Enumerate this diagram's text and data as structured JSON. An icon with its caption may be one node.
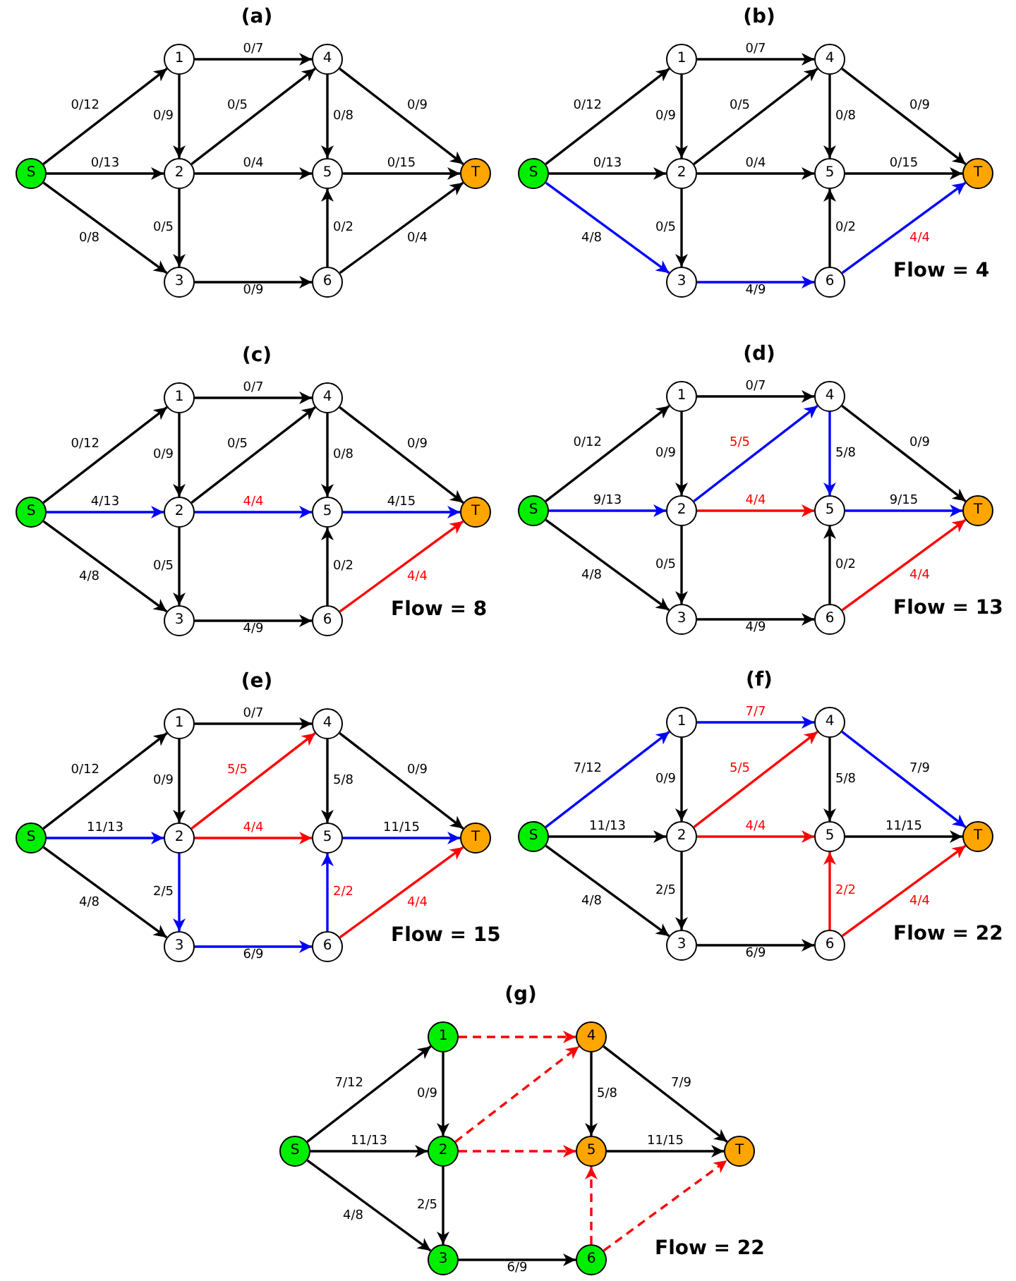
{
  "diagram": {
    "nodes": [
      {
        "text": [
          "S"
        ]
      },
      {
        "text": [
          "1"
        ]
      },
      {
        "text": [
          "2"
        ]
      },
      {
        "text": [
          "3"
        ]
      },
      {
        "text": [
          "4"
        ]
      },
      {
        "text": [
          "5"
        ]
      },
      {
        "text": [
          "6"
        ]
      },
      {
        "text": [
          "T"
        ]
      },
      {
        "text": [
          "S"
        ]
      },
      {
        "text": [
          "1"
        ]
      },
      {
        "text": [
          "2"
        ]
      },
      {
        "text": [
          "3"
        ]
      },
      {
        "text": [
          "4"
        ]
      },
      {
        "text": [
          "5"
        ]
      },
      {
        "text": [
          "6"
        ]
      },
      {
        "text": [
          "T"
        ]
      },
      {
        "text": [
          "S"
        ]
      },
      {
        "text": [
          "1"
        ]
      },
      {
        "text": [
          "2"
        ]
      },
      {
        "text": [
          "3"
        ]
      },
      {
        "text": [
          "4"
        ]
      },
      {
        "text": [
          "5"
        ]
      },
      {
        "text": [
          "6"
        ]
      },
      {
        "text": [
          "T"
        ]
      },
      {
        "text": [
          "S"
        ]
      },
      {
        "text": [
          "1"
        ]
      },
      {
        "text": [
          "2"
        ]
      },
      {
        "text": [
          "3"
        ]
      },
      {
        "text": [
          "4"
        ]
      },
      {
        "text": [
          "5"
        ]
      },
      {
        "text": [
          "6"
        ]
      },
      {
        "text": [
          "T"
        ]
      },
      {
        "text": [
          "S"
        ]
      },
      {
        "text": [
          "1"
        ]
      },
      {
        "text": [
          "2"
        ]
      },
      {
        "text": [
          "3"
        ]
      },
      {
        "text": [
          "4"
        ]
      },
      {
        "text": [
          "5"
        ]
      },
      {
        "text": [
          "6"
        ]
      },
      {
        "text": [
          "T"
        ]
      },
      {
        "text": [
          "S"
        ]
      },
      {
        "text": [
          "1"
        ]
      },
      {
        "text": [
          "2"
        ]
      },
      {
        "text": [
          "3"
        ]
      },
      {
        "text": [
          "4"
        ]
      },
      {
        "text": [
          "5"
        ]
      },
      {
        "text": [
          "6"
        ]
      },
      {
        "text": [
          "T"
        ]
      },
      {
        "text": [
          "S"
        ]
      },
      {
        "text": [
          "1"
        ]
      },
      {
        "text": [
          "2"
        ]
      },
      {
        "text": [
          "3"
        ]
      },
      {
        "text": [
          "4"
        ]
      },
      {
        "text": [
          "5"
        ]
      },
      {
        "text": [
          "6"
        ]
      },
      {
        "text": [
          "T"
        ]
      }
    ],
    "edges": [
      {
        "from": 0,
        "to": 1,
        "arrow": "to",
        "label": "0/12"
      },
      {
        "from": 0,
        "to": 2,
        "arrow": "to",
        "label": "0/13"
      },
      {
        "from": 0,
        "to": 3,
        "arrow": "to",
        "label": "0/8"
      },
      {
        "from": 1,
        "to": 4,
        "arrow": "to",
        "label": "0/7"
      },
      {
        "from": 1,
        "to": 2,
        "arrow": "to",
        "label": "0/9"
      },
      {
        "from": 2,
        "to": 4,
        "arrow": "to",
        "label": "0/5"
      },
      {
        "from": 2,
        "to": 5,
        "arrow": "to",
        "label": "0/4"
      },
      {
        "from": 2,
        "to": 3,
        "arrow": "to",
        "label": "0/5"
      },
      {
        "from": 4,
        "to": 5,
        "arrow": "to",
        "label": "0/8"
      },
      {
        "from": 4,
        "to": 7,
        "arrow": "to",
        "label": "0/9"
      },
      {
        "from": 5,
        "to": 7,
        "arrow": "to",
        "label": "0/15"
      },
      {
        "from": 6,
        "to": 5,
        "arrow": "to",
        "label": "0/2"
      },
      {
        "from": 3,
        "to": 6,
        "arrow": "to",
        "label": "0/9"
      },
      {
        "from": 6,
        "to": 7,
        "arrow": "to",
        "label": "0/4"
      },
      {
        "from": 8,
        "to": 9,
        "arrow": "to",
        "label": "0/12"
      },
      {
        "from": 8,
        "to": 10,
        "arrow": "to",
        "label": "0/13"
      },
      {
        "from": 8,
        "to": 11,
        "arrow": "to",
        "label": "4/8",
        "color": "#0000ff"
      },
      {
        "from": 9,
        "to": 12,
        "arrow": "to",
        "label": "0/7"
      },
      {
        "from": 9,
        "to": 10,
        "arrow": "to",
        "label": "0/9"
      },
      {
        "from": 10,
        "to": 12,
        "arrow": "to",
        "label": "0/5"
      },
      {
        "from": 10,
        "to": 13,
        "arrow": "to",
        "label": "0/4"
      },
      {
        "from": 10,
        "to": 11,
        "arrow": "to",
        "label": "0/5"
      },
      {
        "from": 12,
        "to": 13,
        "arrow": "to",
        "label": "0/8"
      },
      {
        "from": 12,
        "to": 15,
        "arrow": "to",
        "label": "0/9"
      },
      {
        "from": 13,
        "to": 15,
        "arrow": "to",
        "label": "0/15"
      },
      {
        "from": 14,
        "to": 13,
        "arrow": "to",
        "label": "0/2"
      },
      {
        "from": 11,
        "to": 14,
        "arrow": "to",
        "label": "4/9",
        "color": "#0000ff"
      },
      {
        "from": 14,
        "to": 15,
        "arrow": "to",
        "label": "4/4",
        "color": "#0000ff"
      },
      {
        "from": 16,
        "to": 17,
        "arrow": "to",
        "label": "0/12"
      },
      {
        "from": 16,
        "to": 18,
        "arrow": "to",
        "label": "4/13",
        "color": "#0000ff"
      },
      {
        "from": 16,
        "to": 19,
        "arrow": "to",
        "label": "4/8"
      },
      {
        "from": 17,
        "to": 20,
        "arrow": "to",
        "label": "0/7"
      },
      {
        "from": 17,
        "to": 18,
        "arrow": "to",
        "label": "0/9"
      },
      {
        "from": 18,
        "to": 20,
        "arrow": "to",
        "label": "0/5"
      },
      {
        "from": 18,
        "to": 21,
        "arrow": "to",
        "label": "4/4",
        "color": "#0000ff"
      },
      {
        "from": 18,
        "to": 19,
        "arrow": "to",
        "label": "0/5"
      },
      {
        "from": 20,
        "to": 21,
        "arrow": "to",
        "label": "0/8"
      },
      {
        "from": 20,
        "to": 23,
        "arrow": "to",
        "label": "0/9"
      },
      {
        "from": 21,
        "to": 23,
        "arrow": "to",
        "label": "4/15",
        "color": "#0000ff"
      },
      {
        "from": 22,
        "to": 21,
        "arrow": "to",
        "label": "0/2"
      },
      {
        "from": 19,
        "to": 22,
        "arrow": "to",
        "label": "4/9"
      },
      {
        "from": 22,
        "to": 23,
        "arrow": "to",
        "label": "4/4",
        "color": "#ff0000"
      },
      {
        "from": 24,
        "to": 25,
        "arrow": "to",
        "label": "0/12"
      },
      {
        "from": 24,
        "to": 26,
        "arrow": "to",
        "label": "9/13",
        "color": "#0000ff"
      },
      {
        "from": 24,
        "to": 27,
        "arrow": "to",
        "label": "4/8"
      },
      {
        "from": 25,
        "to": 28,
        "arrow": "to",
        "label": "0/7"
      },
      {
        "from": 25,
        "to": 26,
        "arrow": "to",
        "label": "0/9"
      },
      {
        "from": 26,
        "to": 28,
        "arrow": "to",
        "label": "5/5",
        "color": "#0000ff"
      },
      {
        "from": 26,
        "to": 29,
        "arrow": "to",
        "label": "4/4",
        "color": "#ff0000"
      },
      {
        "from": 26,
        "to": 27,
        "arrow": "to",
        "label": "0/5"
      },
      {
        "from": 28,
        "to": 29,
        "arrow": "to",
        "label": "5/8",
        "color": "#0000ff"
      },
      {
        "from": 28,
        "to": 31,
        "arrow": "to",
        "label": "0/9"
      },
      {
        "from": 29,
        "to": 31,
        "arrow": "to",
        "label": "9/15",
        "color": "#0000ff"
      },
      {
        "from": 30,
        "to": 29,
        "arrow": "to",
        "label": "0/2"
      },
      {
        "from": 27,
        "to": 30,
        "arrow": "to",
        "label": "4/9"
      },
      {
        "from": 30,
        "to": 31,
        "arrow": "to",
        "label": "4/4",
        "color": "#ff0000"
      },
      {
        "from": 32,
        "to": 33,
        "arrow": "to",
        "label": "0/12"
      },
      {
        "from": 32,
        "to": 34,
        "arrow": "to",
        "label": "11/13",
        "color": "#0000ff"
      },
      {
        "from": 32,
        "to": 35,
        "arrow": "to",
        "label": "4/8"
      },
      {
        "from": 33,
        "to": 36,
        "arrow": "to",
        "label": "0/7"
      },
      {
        "from": 33,
        "to": 34,
        "arrow": "to",
        "label": "0/9"
      },
      {
        "from": 34,
        "to": 36,
        "arrow": "to",
        "label": "5/5",
        "color": "#ff0000"
      },
      {
        "from": 34,
        "to": 37,
        "arrow": "to",
        "label": "4/4",
        "color": "#ff0000"
      },
      {
        "from": 34,
        "to": 35,
        "arrow": "to",
        "label": "2/5",
        "color": "#0000ff"
      },
      {
        "from": 36,
        "to": 37,
        "arrow": "to",
        "label": "5/8"
      },
      {
        "from": 36,
        "to": 39,
        "arrow": "to",
        "label": "0/9"
      },
      {
        "from": 37,
        "to": 39,
        "arrow": "to",
        "label": "11/15",
        "color": "#0000ff"
      },
      {
        "from": 38,
        "to": 37,
        "arrow": "to",
        "label": "2/2",
        "color": "#0000ff"
      },
      {
        "from": 35,
        "to": 38,
        "arrow": "to",
        "label": "6/9",
        "color": "#0000ff"
      },
      {
        "from": 38,
        "to": 39,
        "arrow": "to",
        "label": "4/4",
        "color": "#ff0000"
      },
      {
        "from": 40,
        "to": 41,
        "arrow": "to",
        "label": "7/12",
        "color": "#0000ff"
      },
      {
        "from": 40,
        "to": 42,
        "arrow": "to",
        "label": "11/13"
      },
      {
        "from": 40,
        "to": 43,
        "arrow": "to",
        "label": "4/8"
      },
      {
        "from": 41,
        "to": 44,
        "arrow": "to",
        "label": "7/7",
        "color": "#0000ff"
      },
      {
        "from": 41,
        "to": 42,
        "arrow": "to",
        "label": "0/9"
      },
      {
        "from": 42,
        "to": 44,
        "arrow": "to",
        "label": "5/5",
        "color": "#ff0000"
      },
      {
        "from": 42,
        "to": 45,
        "arrow": "to",
        "label": "4/4",
        "color": "#ff0000"
      },
      {
        "from": 42,
        "to": 43,
        "arrow": "to",
        "label": "2/5"
      },
      {
        "from": 44,
        "to": 45,
        "arrow": "to",
        "label": "5/8"
      },
      {
        "from": 44,
        "to": 47,
        "arrow": "to",
        "label": "7/9",
        "color": "#0000ff"
      },
      {
        "from": 45,
        "to": 47,
        "arrow": "to",
        "label": "11/15"
      },
      {
        "from": 46,
        "to": 45,
        "arrow": "to",
        "label": "2/2",
        "color": "#ff0000"
      },
      {
        "from": 43,
        "to": 46,
        "arrow": "to",
        "label": "6/9"
      },
      {
        "from": 46,
        "to": 47,
        "arrow": "to",
        "label": "4/4",
        "color": "#ff0000"
      },
      {
        "from": 48,
        "to": 49,
        "arrow": "to",
        "label": "7/12"
      },
      {
        "from": 48,
        "to": 50,
        "arrow": "to",
        "label": "11/13"
      },
      {
        "from": 48,
        "to": 51,
        "arrow": "to",
        "label": "4/8"
      },
      {
        "from": 49,
        "to": 52,
        "arrow": "to",
        "style": "dashed",
        "color": "#ff0000"
      },
      {
        "from": 49,
        "to": 50,
        "arrow": "to",
        "label": "0/9"
      },
      {
        "from": 50,
        "to": 52,
        "arrow": "to",
        "style": "dashed",
        "color": "#ff0000"
      },
      {
        "from": 50,
        "to": 53,
        "arrow": "to",
        "style": "dashed",
        "color": "#ff0000"
      },
      {
        "from": 50,
        "to": 51,
        "arrow": "to",
        "label": "2/5"
      },
      {
        "from": 52,
        "to": 53,
        "arrow": "to",
        "label": "5/8"
      },
      {
        "from": 52,
        "to": 55,
        "arrow": "to",
        "label": "7/9"
      },
      {
        "from": 53,
        "to": 55,
        "arrow": "to",
        "label": "11/15"
      },
      {
        "from": 54,
        "to": 53,
        "arrow": "to",
        "style": "dashed",
        "color": "#ff0000"
      },
      {
        "from": 51,
        "to": 54,
        "arrow": "to",
        "label": "6/9"
      },
      {
        "from": 54,
        "to": 55,
        "arrow": "to",
        "style": "dashed",
        "color": "#ff0000"
      }
    ],
    "labels": [
      "(a)",
      "(b)",
      "Flow = 4",
      "(c)",
      "Flow = 8",
      "(d)",
      "Flow = 13",
      "(e)",
      "Flow = 15",
      "(f)",
      "Flow = 22",
      "(g)",
      "Flow = 22"
    ]
  }
}
